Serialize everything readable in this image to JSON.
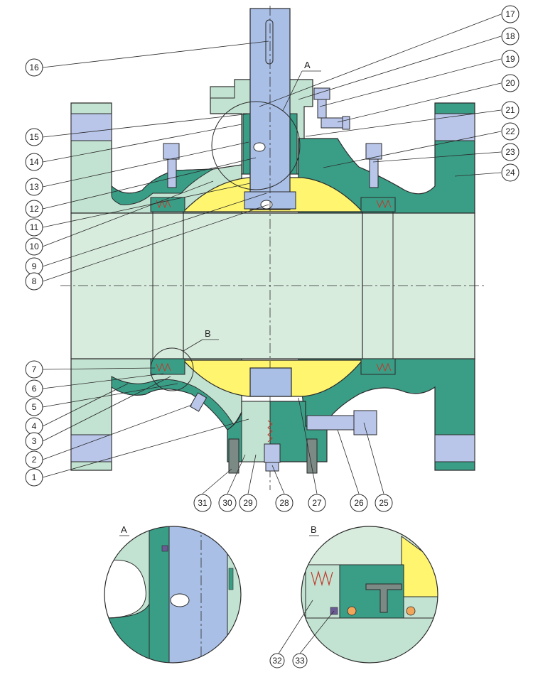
{
  "callouts": {
    "c1": "1",
    "c2": "2",
    "c3": "3",
    "c4": "4",
    "c5": "5",
    "c6": "6",
    "c7": "7",
    "c8": "8",
    "c9": "9",
    "c10": "10",
    "c11": "11",
    "c12": "12",
    "c13": "13",
    "c14": "14",
    "c15": "15",
    "c16": "16",
    "c17": "17",
    "c18": "18",
    "c19": "19",
    "c20": "20",
    "c21": "21",
    "c22": "22",
    "c23": "23",
    "c24": "24",
    "c25": "25",
    "c26": "26",
    "c27": "27",
    "c28": "28",
    "c29": "29",
    "c30": "30",
    "c31": "31",
    "c32": "32",
    "c33": "33"
  },
  "detail_marks": {
    "a": "A",
    "b": "B"
  },
  "detail_captions": {
    "a": "A",
    "b": "B"
  },
  "colors": {
    "body_light": "#d6ebe0",
    "body_mid": "#a9d4bf",
    "body_teal": "#3a9e87",
    "bonnet": "#c3e3d2",
    "stem": "#a9bfe6",
    "flange_face": "#b9c6ea",
    "ball": "#fff56e",
    "bore": "#d8ecde",
    "outline": "#2a2a2a"
  }
}
